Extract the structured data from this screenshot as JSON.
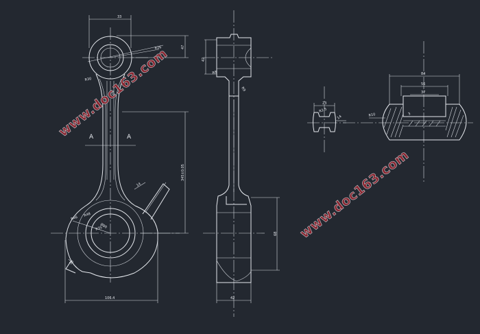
{
  "drawing": {
    "section_labels": [
      "A",
      "A"
    ],
    "watermarks": [
      "www.doc163.com",
      "www.doc163.com"
    ],
    "dimensions": {
      "top_width": "33",
      "small_end_height": "47",
      "bore_small": "R26",
      "r_fillet_1": "R30",
      "angle_note": "30°",
      "center_distance": "345±0.05",
      "rod_flank": "14",
      "big_end_r1": "R46",
      "big_end_r2": "R48",
      "big_end_bore": "Ø80",
      "big_end_r3": "R35",
      "bolt_dim": "30",
      "overall_width": "106.4",
      "side_top": "42",
      "side_r": "R8",
      "side_r2": "R9",
      "side_height": "68",
      "side_bottom": "42",
      "section_w": "23",
      "section_r": "R2.5",
      "section_flank": "14",
      "detail_w1": "84",
      "detail_w2": "56",
      "detail_w3": "37",
      "detail_r": "R10",
      "detail_small": "3"
    }
  }
}
